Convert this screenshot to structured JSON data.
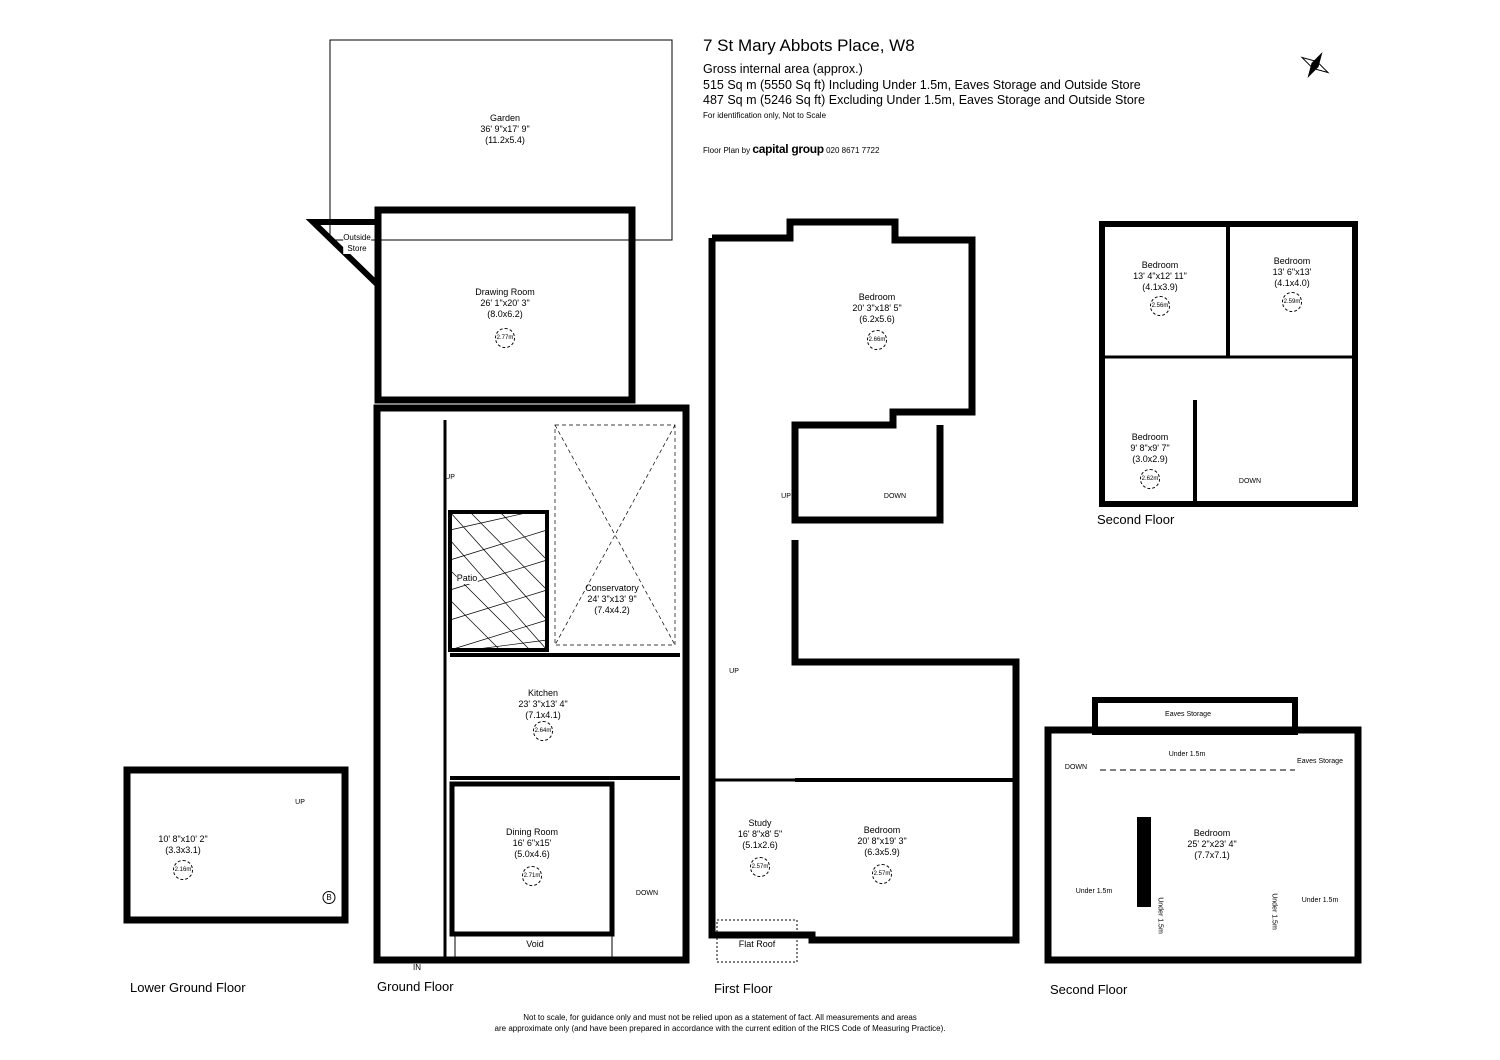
{
  "header": {
    "title": "7 St Mary Abbots Place, W8",
    "area_heading": "Gross internal area (approx.)",
    "area_including": "515 Sq m (5550 Sq ft) Including Under 1.5m, Eaves Storage and Outside Store",
    "area_excluding": "487 Sq m (5246 Sq ft) Excluding Under 1.5m, Eaves Storage and Outside Store",
    "identification_note": "For identification only, Not to Scale",
    "credit_prefix": "Floor Plan by",
    "credit_brand": "capital group",
    "credit_phone": "020 8671 7722"
  },
  "floors": {
    "lower_ground": "Lower Ground Floor",
    "ground": "Ground Floor",
    "first": "First Floor",
    "second_top": "Second Floor",
    "second_bottom": "Second Floor"
  },
  "rooms": {
    "garden": {
      "name": "Garden",
      "imperial": "36' 9\"x17' 9\"",
      "metric": "(11.2x5.4)"
    },
    "outside_store": {
      "name": "Outside\nStore"
    },
    "drawing_room": {
      "name": "Drawing Room",
      "imperial": "26' 1\"x20' 3\"",
      "metric": "(8.0x6.2)",
      "height": "2.77m"
    },
    "patio": {
      "name": "Patio"
    },
    "conservatory": {
      "name": "Conservatory",
      "imperial": "24' 3\"x13' 9\"",
      "metric": "(7.4x4.2)"
    },
    "kitchen": {
      "name": "Kitchen",
      "imperial": "23' 3\"x13' 4\"",
      "metric": "(7.1x4.1)",
      "height": "2.64m"
    },
    "dining_room": {
      "name": "Dining Room",
      "imperial": "16' 6\"x15'",
      "metric": "(5.0x4.6)",
      "height": "2.71m"
    },
    "void": {
      "name": "Void"
    },
    "lower_room": {
      "imperial": "10' 8\"x10' 2\"",
      "metric": "(3.3x3.1)",
      "height": "2.16m"
    },
    "ff_bedroom1": {
      "name": "Bedroom",
      "imperial": "20' 3\"x18' 5\"",
      "metric": "(6.2x5.6)",
      "height": "2.66m"
    },
    "ff_bedroom2": {
      "name": "Bedroom",
      "imperial": "20' 8\"x19' 3\"",
      "metric": "(6.3x5.9)",
      "height": "2.57m"
    },
    "study": {
      "name": "Study",
      "imperial": "16' 8\"x8' 5\"",
      "metric": "(5.1x2.6)",
      "height": "2.57m"
    },
    "flat_roof": {
      "name": "Flat Roof"
    },
    "sf_bedroom1": {
      "name": "Bedroom",
      "imperial": "13' 4\"x12' 11\"",
      "metric": "(4.1x3.9)",
      "height": "2.56m"
    },
    "sf_bedroom2": {
      "name": "Bedroom",
      "imperial": "13' 6\"x13'",
      "metric": "(4.1x4.0)",
      "height": "2.59m"
    },
    "sf_bedroom3": {
      "name": "Bedroom",
      "imperial": "9' 8\"x9' 7\"",
      "metric": "(3.0x2.9)",
      "height": "2.62m"
    },
    "attic_bedroom": {
      "name": "Bedroom",
      "imperial": "25' 2\"x23' 4\"",
      "metric": "(7.7x7.1)"
    },
    "eaves_storage_top": "Eaves Storage",
    "eaves_storage_right": "Eaves Storage",
    "under_top": "Under 1.5m",
    "under_left": "Under 1.5m",
    "under_v1": "Under 1.5m",
    "under_v2": "Under 1.5m",
    "under_right": "Under 1.5m"
  },
  "stairs": {
    "up": "UP",
    "down": "DOWN",
    "in": "IN",
    "boiler": "B"
  },
  "footer": {
    "line1": "Not to scale, for guidance only and must not be relied upon as a statement of fact.  All measurements and areas",
    "line2": "are approximate only (and have been prepared in accordance with the current edition of the RICS Code of Measuring Practice)."
  }
}
